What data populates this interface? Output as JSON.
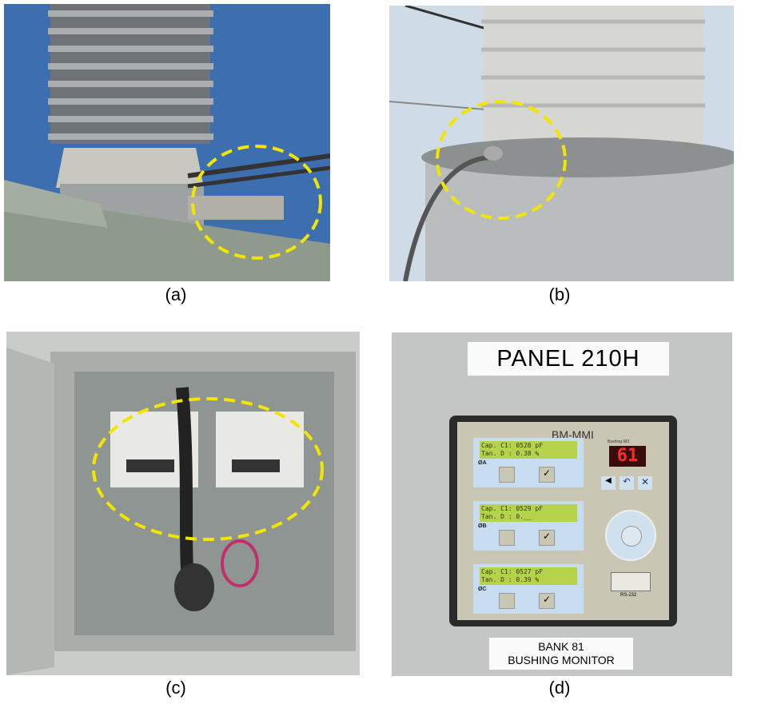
{
  "captions": {
    "a": "(a)",
    "b": "(b)",
    "c": "(c)",
    "d": "(d)"
  },
  "panel_d": {
    "sign": "PANEL 210H",
    "device_title": "BM-MMI",
    "bushing_label": "Bushing 681",
    "seg_display": "61",
    "phases": [
      {
        "label": "ØA",
        "line1": "Cap. C1: 0528 pF",
        "line2": "Tan. D : 0.38 %"
      },
      {
        "label": "ØB",
        "line1": "Cap. C1: 0529 pF",
        "line2": "Tan. D : 0.__"
      },
      {
        "label": "ØC",
        "line1": "Cap. C1: 0527 pF",
        "line2": "Tan. D : 0.39 %"
      }
    ],
    "port_label": "RS-232",
    "bottom_label_1": "BANK 81",
    "bottom_label_2": "BUSHING MONITOR"
  },
  "colors": {
    "highlight": "#f2e600",
    "sky": "#3d6fb0",
    "lcd": "#b6d24a"
  }
}
